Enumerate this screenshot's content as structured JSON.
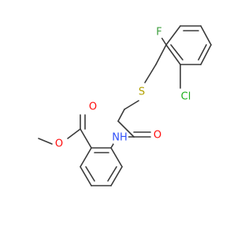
{
  "colors": {
    "bond": "#3a3a3a",
    "carbon": "#3a3a3a",
    "oxygen": "#ff0d0d",
    "nitrogen": "#3050f8",
    "sulfur": "#b3a100",
    "chlorine": "#1fb01f",
    "fluorine": "#3fa03f",
    "background": "#ffffff"
  },
  "atoms": [
    {
      "id": "F",
      "label": "F",
      "element": "fluorine"
    },
    {
      "id": "S",
      "label": "S",
      "element": "sulfur"
    },
    {
      "id": "Cl",
      "label": "Cl",
      "element": "chlorine"
    },
    {
      "id": "O1",
      "label": "O",
      "element": "oxygen"
    },
    {
      "id": "NH",
      "label": "NH",
      "element": "nitrogen"
    },
    {
      "id": "O2",
      "label": "O",
      "element": "oxygen"
    },
    {
      "id": "O3",
      "label": "O",
      "element": "oxygen"
    }
  ]
}
